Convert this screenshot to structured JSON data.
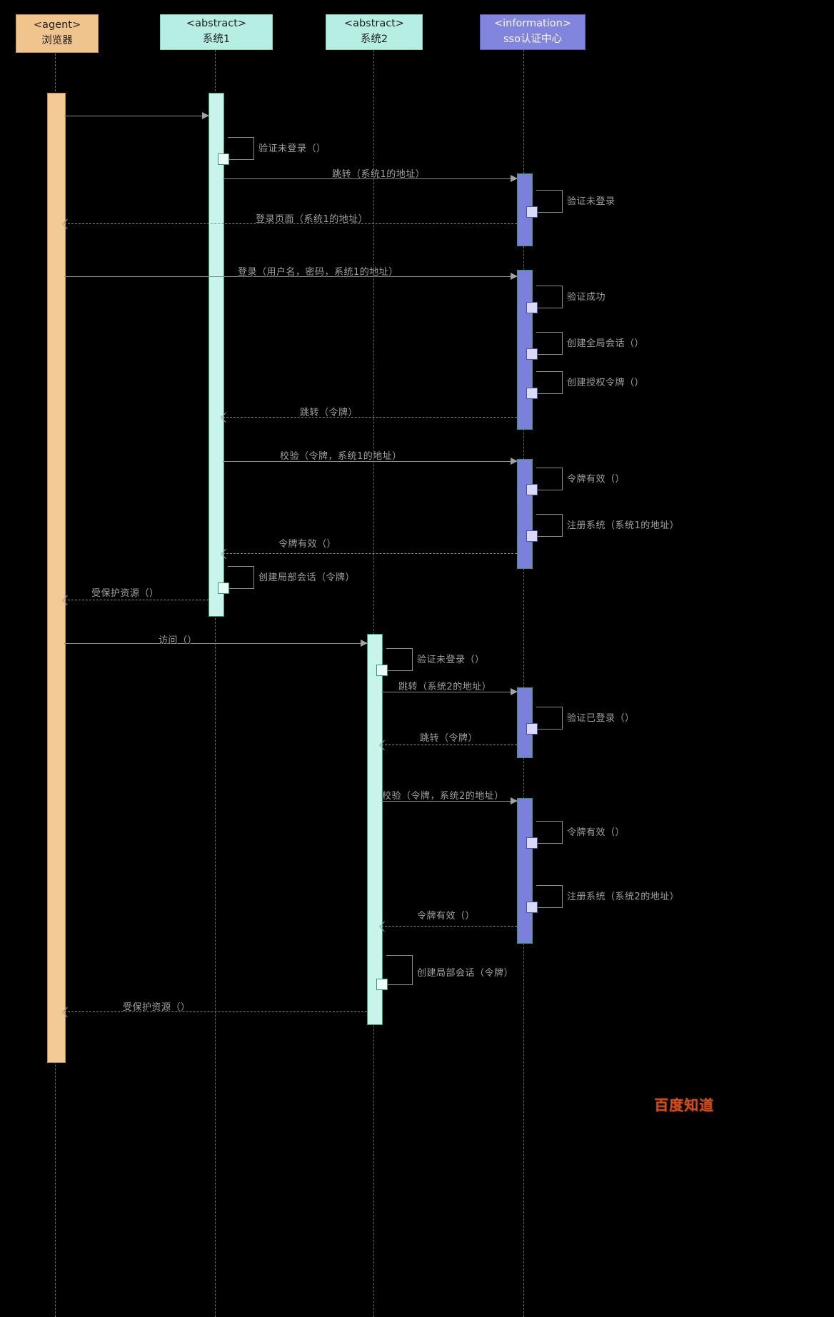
{
  "actors": {
    "browser": {
      "stereotype": "<agent>",
      "name": "浏览器"
    },
    "system1": {
      "stereotype": "<abstract>",
      "name": "系统1"
    },
    "system2": {
      "stereotype": "<abstract>",
      "name": "系统2"
    },
    "sso": {
      "stereotype": "<information>",
      "name": "sso认证中心"
    }
  },
  "messages": [
    {
      "type": "call",
      "from": "浏览器",
      "to": "系统1",
      "label": ""
    },
    {
      "type": "self",
      "on": "系统1",
      "label": "验证未登录（）"
    },
    {
      "type": "call",
      "from": "系统1",
      "to": "sso认证中心",
      "label": "跳转（系统1的地址）"
    },
    {
      "type": "self",
      "on": "sso认证中心",
      "label": "验证未登录"
    },
    {
      "type": "return",
      "from": "sso认证中心",
      "to": "浏览器",
      "label": "登录页面（系统1的地址）"
    },
    {
      "type": "call",
      "from": "浏览器",
      "to": "sso认证中心",
      "label": "登录（用户名，密码，系统1的地址）"
    },
    {
      "type": "self",
      "on": "sso认证中心",
      "label": "验证成功"
    },
    {
      "type": "self",
      "on": "sso认证中心",
      "label": "创建全局会话（）"
    },
    {
      "type": "self",
      "on": "sso认证中心",
      "label": "创建授权令牌（）"
    },
    {
      "type": "return",
      "from": "sso认证中心",
      "to": "系统1",
      "label": "跳转（令牌）"
    },
    {
      "type": "call",
      "from": "系统1",
      "to": "sso认证中心",
      "label": "校验（令牌，系统1的地址）"
    },
    {
      "type": "self",
      "on": "sso认证中心",
      "label": "令牌有效（）"
    },
    {
      "type": "self",
      "on": "sso认证中心",
      "label": "注册系统（系统1的地址）"
    },
    {
      "type": "return",
      "from": "sso认证中心",
      "to": "系统1",
      "label": "令牌有效（）"
    },
    {
      "type": "self",
      "on": "系统1",
      "label": "创建局部会话（令牌）"
    },
    {
      "type": "return",
      "from": "系统1",
      "to": "浏览器",
      "label": "受保护资源（）"
    },
    {
      "type": "call",
      "from": "浏览器",
      "to": "系统2",
      "label": "访问（）"
    },
    {
      "type": "self",
      "on": "系统2",
      "label": "验证未登录（）"
    },
    {
      "type": "call",
      "from": "系统2",
      "to": "sso认证中心",
      "label": "跳转（系统2的地址）"
    },
    {
      "type": "self",
      "on": "sso认证中心",
      "label": "验证已登录（）"
    },
    {
      "type": "return",
      "from": "sso认证中心",
      "to": "系统2",
      "label": "跳转（令牌）"
    },
    {
      "type": "call",
      "from": "系统2",
      "to": "sso认证中心",
      "label": "校验（令牌，系统2的地址）"
    },
    {
      "type": "self",
      "on": "sso认证中心",
      "label": "令牌有效（）"
    },
    {
      "type": "self",
      "on": "sso认证中心",
      "label": "注册系统（系统2的地址）"
    },
    {
      "type": "return",
      "from": "sso认证中心",
      "to": "系统2",
      "label": "令牌有效（）"
    },
    {
      "type": "self",
      "on": "系统2",
      "label": "创建局部会话（令牌）"
    },
    {
      "type": "return",
      "from": "系统2",
      "to": "浏览器",
      "label": "受保护资源（）"
    }
  ],
  "colors": {
    "background": "#000000",
    "browser_fill": "#f3ca96",
    "system_fill": "#b6eee4",
    "sso_fill": "#8285dd",
    "activation_border": "#2e9a70",
    "arrow": "#9a9a9a",
    "label_text": "#a0a0a0",
    "watermark": "#cf4d1d"
  },
  "watermark": "百度知道"
}
